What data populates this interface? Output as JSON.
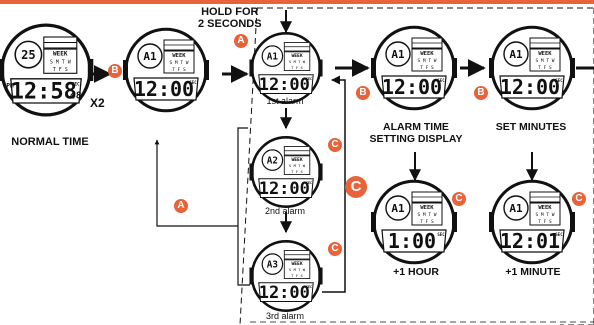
{
  "top_bar_color": "#e8623a",
  "badge_color": "#e8623a",
  "hold_text": "HOLD FOR\n2 SECONDS",
  "x2_text": "X2",
  "badges": {
    "a": "A",
    "b": "B",
    "c": "C"
  },
  "labels": {
    "normal_time": "NORMAL TIME",
    "alarm_setting": "ALARM TIME\nSETTING DISPLAY",
    "set_minutes": "SET MINUTES",
    "first_alarm": "1st alarm",
    "second_alarm": "2nd alarm",
    "third_alarm": "3rd alarm",
    "plus_hour": "+1 HOUR",
    "plus_minute": "+1 MINUTE"
  },
  "watches": {
    "normal": {
      "week": "WEEK",
      "days1": "S  M  T  W",
      "days2": "T  F  S",
      "sec_tag": "SEC",
      "pm": "PM",
      "top_digits": "25",
      "main_digits": "12:58",
      "seconds": "48"
    },
    "alarm_a1": {
      "week": "WEEK",
      "days1": "S  M  T  W",
      "days2": "T  F  S",
      "sec_tag": "SEC",
      "top_digits": "A1",
      "main_digits": "12:00"
    },
    "first_alarm": {
      "week": "WEEK",
      "days1": "S  M  T  W",
      "days2": "T  F  S",
      "sec_tag": "SEC",
      "top_digits": "A1",
      "main_digits": "12:00"
    },
    "second_alarm": {
      "week": "WEEK",
      "days1": "S  M  T  W",
      "days2": "T  F  S",
      "sec_tag": "SEC",
      "top_digits": "A2",
      "main_digits": "12:00"
    },
    "third_alarm": {
      "week": "WEEK",
      "days1": "S  M  T  W",
      "days2": "T  F  S",
      "sec_tag": "SEC",
      "top_digits": "A3",
      "main_digits": "12:00"
    },
    "setting": {
      "week": "WEEK",
      "days1": "S  M  T  W",
      "days2": "T  F  S",
      "sec_tag": "SEC",
      "top_digits": "A1",
      "main_digits": "12:00"
    },
    "minutes": {
      "week": "WEEK",
      "days1": "S  M  T  W",
      "days2": "T  F  S",
      "sec_tag": "SEC",
      "top_digits": "A1",
      "main_digits": "12:00"
    },
    "hour_plus": {
      "week": "WEEK",
      "days1": "S  M  T  W",
      "days2": "T  F  S",
      "sec_tag": "SEC",
      "top_digits": "A1",
      "main_digits": "1:00"
    },
    "minute_plus": {
      "week": "WEEK",
      "days1": "S  M  T  W",
      "days2": "T  F  S",
      "sec_tag": "SEC",
      "top_digits": "A1",
      "main_digits": "12:01"
    }
  }
}
